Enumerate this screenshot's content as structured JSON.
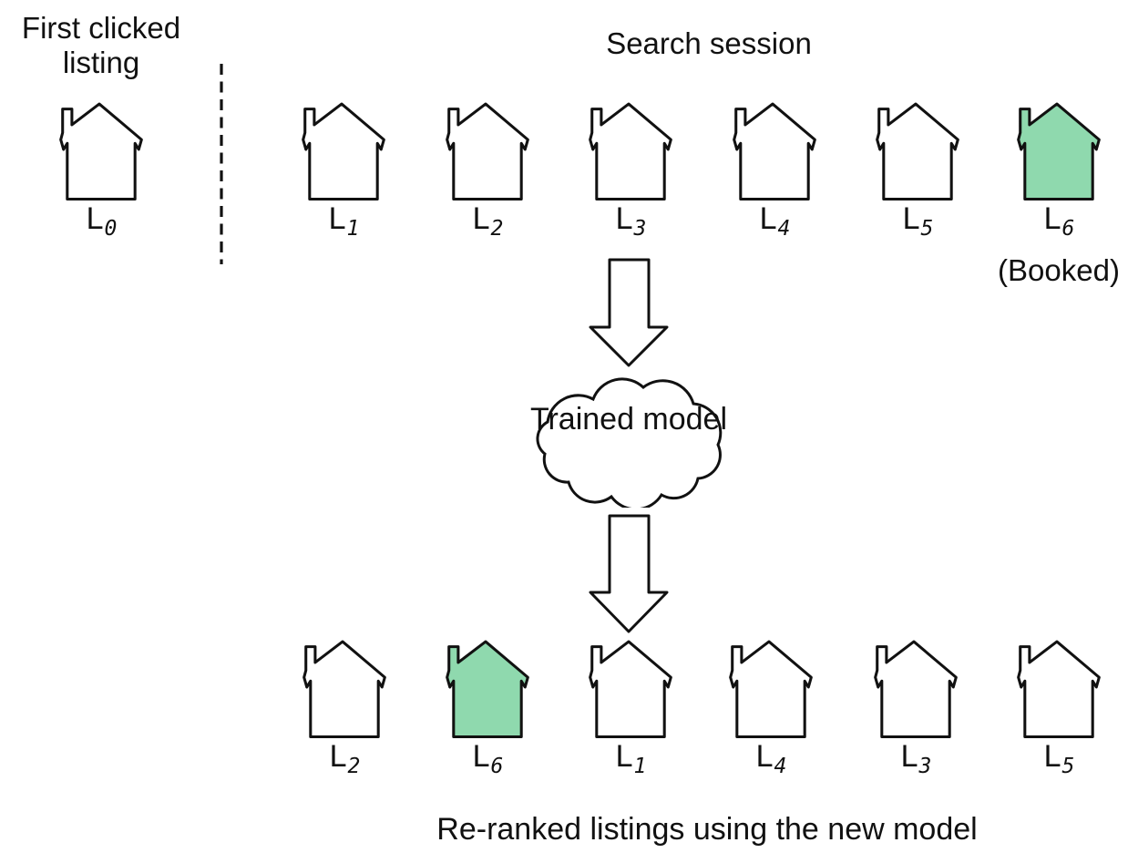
{
  "colors": {
    "booked_fill": "#8fd9ae",
    "outline": "#111111",
    "background": "#ffffff"
  },
  "first_clicked": {
    "title": "First clicked listing",
    "listing": {
      "label": "L",
      "sub": "0",
      "booked": false
    }
  },
  "search_session": {
    "title": "Search session",
    "listings": [
      {
        "label": "L",
        "sub": "1",
        "booked": false
      },
      {
        "label": "L",
        "sub": "2",
        "booked": false
      },
      {
        "label": "L",
        "sub": "3",
        "booked": false
      },
      {
        "label": "L",
        "sub": "4",
        "booked": false
      },
      {
        "label": "L",
        "sub": "5",
        "booked": false
      },
      {
        "label": "L",
        "sub": "6",
        "booked": true,
        "note": "(Booked)"
      }
    ]
  },
  "model": {
    "label": "Trained model"
  },
  "reranked": {
    "caption": "Re-ranked listings using the new model",
    "listings": [
      {
        "label": "L",
        "sub": "2",
        "booked": false
      },
      {
        "label": "L",
        "sub": "6",
        "booked": true
      },
      {
        "label": "L",
        "sub": "1",
        "booked": false
      },
      {
        "label": "L",
        "sub": "4",
        "booked": false
      },
      {
        "label": "L",
        "sub": "3",
        "booked": false
      },
      {
        "label": "L",
        "sub": "5",
        "booked": false
      }
    ]
  }
}
